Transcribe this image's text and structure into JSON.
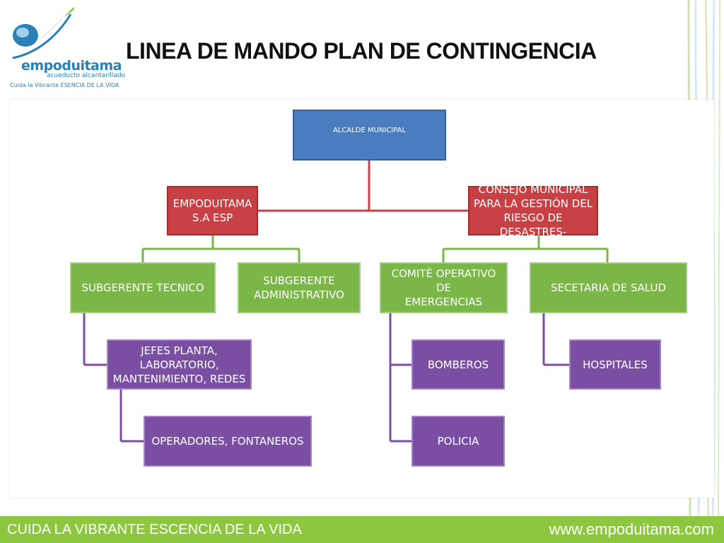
{
  "slide": {
    "title": "LINEA DE MANDO PLAN DE CONTINGENCIA"
  },
  "logo": {
    "name": "empoduitama",
    "subtitle": "acueducto alcantarillado",
    "tagline": "Cuida la Vibrante ESENCIA DE LA VIDA"
  },
  "colors": {
    "level1": "#4a7dc0",
    "level2": "#c84044",
    "level3": "#7ab648",
    "level4": "#7a4fa3",
    "footer": "#8dc63f"
  },
  "org_chart": {
    "alcalde": "ALCALDE MUNICIPAL",
    "empoduitama": "EMPODUITAMA\nS.A ESP",
    "consejo": "CONSEJO MUNICIPAL\nPARA LA GESTIÓN DEL\nRIESGO DE DESASTRES-",
    "subgerente_tecnico": "SUBGERENTE TECNICO",
    "subgerente_administrativo": "SUBGERENTE\nADMINISTRATIVO",
    "comite": "COMITÉ OPERATIVO DE\nEMERGENCIAS",
    "secretaria_salud": "SECETARIA DE SALUD",
    "jefes": "JEFES PLANTA,\nLABORATORIO,\nMANTENIMIENTO, REDES",
    "operadores": "OPERADORES, FONTANEROS",
    "bomberos": "BOMBEROS",
    "policia": "POLICIA",
    "hospitales": "HOSPITALES"
  },
  "footer": {
    "slogan": "CUIDA LA VIBRANTE ESCENCIA DE LA VIDA",
    "website": "www.empoduitama.com"
  }
}
